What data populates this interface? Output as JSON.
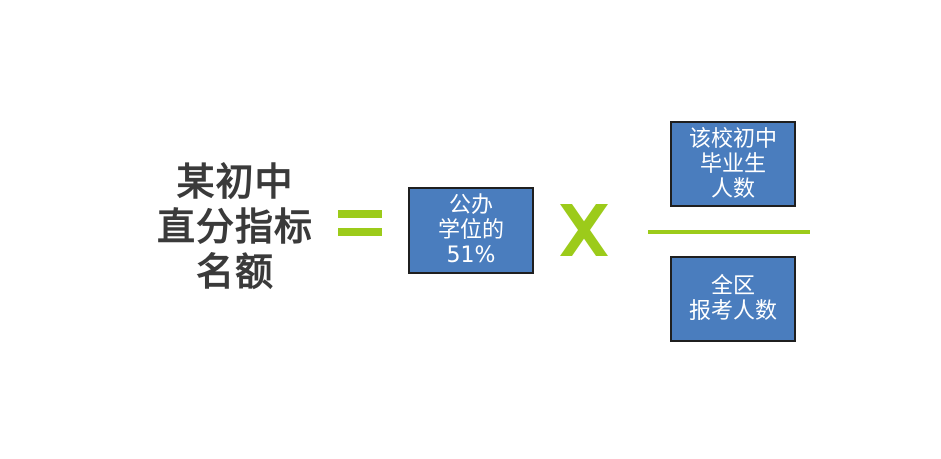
{
  "lhs": {
    "line1": "某初中",
    "line2": "直分指标",
    "line3": "名额"
  },
  "operators": {
    "equals_color": "#9ccb1a",
    "times_color": "#9ccb1a",
    "fraction_line_color": "#9ccb1a"
  },
  "box_public": {
    "line1": "公办",
    "line2": "学位的",
    "line3": "51%"
  },
  "numerator": {
    "line1": "该校初中",
    "line2": "毕业生",
    "line3": "人数"
  },
  "denominator": {
    "line1": "全区",
    "line2": "报考人数"
  },
  "colors": {
    "box_fill": "#4a7dbe",
    "box_border": "#1f1f1f",
    "text_dark": "#3a3a3a"
  }
}
